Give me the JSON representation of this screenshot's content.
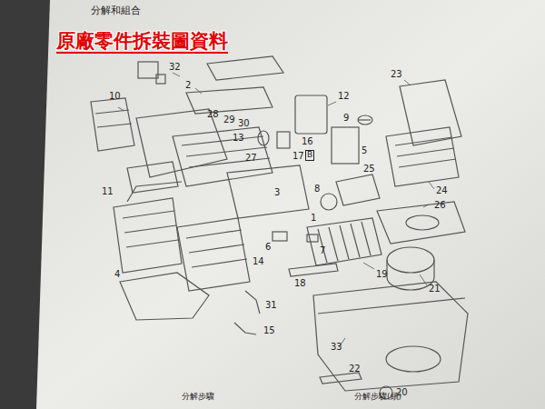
{
  "diagram": {
    "title": "原廠零件拆裝圖資料",
    "labels": [
      "分解和組合",
      "32",
      "2",
      "12",
      "23",
      "10",
      "9",
      "13",
      "16",
      "17",
      "B",
      "28",
      "29",
      "30",
      "27",
      "5",
      "25",
      "11",
      "3",
      "8",
      "24",
      "26",
      "6",
      "7",
      "1",
      "19",
      "14",
      "18",
      "21",
      "4",
      "31",
      "15",
      "33",
      "22",
      "20",
      "分解步驟",
      "分解步驟(續)"
    ]
  }
}
